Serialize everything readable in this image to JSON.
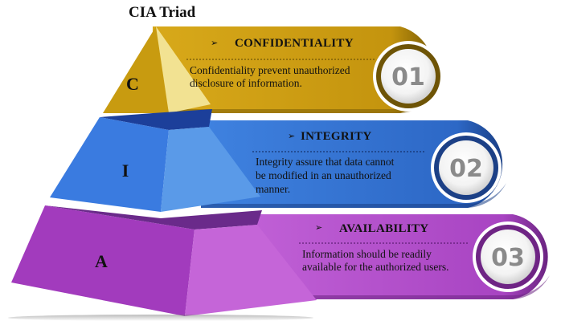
{
  "title": "CIA Triad",
  "colors": {
    "confidentiality": "#c89b10",
    "integrity": "#2f6fd0",
    "availability": "#a63fc0"
  },
  "tiers": [
    {
      "letter": "C",
      "arrow": "➢",
      "heading": "CONFIDENTIALITY",
      "desc_lines": [
        "Confidentiality prevent unauthorized",
        "disclosure of information."
      ],
      "number": "01"
    },
    {
      "letter": "I",
      "arrow": "➢",
      "heading": "INTEGRITY",
      "desc_lines": [
        "Integrity assure that data cannot",
        "be modified in an unauthorized",
        "manner."
      ],
      "number": "02"
    },
    {
      "letter": "A",
      "arrow": "➢",
      "heading": "AVAILABILITY",
      "desc_lines": [
        "Information should be readily",
        "available for the authorized users."
      ],
      "number": "03"
    }
  ]
}
